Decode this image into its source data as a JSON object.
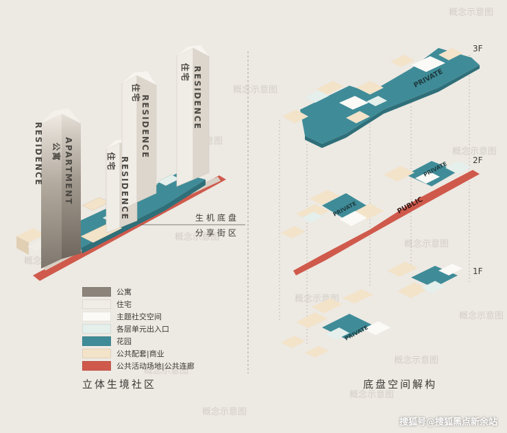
{
  "colors": {
    "apartment": "#8c847a",
    "residence": "#f0ece6",
    "theme_social": "#fbfaf7",
    "entrance": "#e5efec",
    "garden": "#3f8c98",
    "commercial": "#f3e3c9",
    "public_corridor": "#cf5a4c",
    "background": "#ede9e3"
  },
  "towers": {
    "apartment_en": "APARTMENT",
    "apartment_cn": "公寓",
    "residence_en": "RESIDENCE",
    "residence_cn": "住宅"
  },
  "callout": {
    "line1": "生机底盘",
    "line2": "分享街区"
  },
  "floors": {
    "f3": "3F",
    "f2": "2F",
    "f1": "1F",
    "private": "PRIVATE",
    "public": "PUBLIC"
  },
  "legend": [
    {
      "key": "apartment",
      "label": "公寓"
    },
    {
      "key": "residence",
      "label": "住宅"
    },
    {
      "key": "theme_social",
      "label": "主题社交空间"
    },
    {
      "key": "entrance",
      "label": "各层单元出入口"
    },
    {
      "key": "garden",
      "label": "花园"
    },
    {
      "key": "commercial",
      "label": "公共配套|商业"
    },
    {
      "key": "public_corridor",
      "label": "公共活动场地|公共连廊"
    }
  ],
  "captions": {
    "left": "立体生境社区",
    "right": "底盘空间解构"
  },
  "watermark": "概念示意图",
  "footer": "搜狐号@搜狐黑点新余站"
}
